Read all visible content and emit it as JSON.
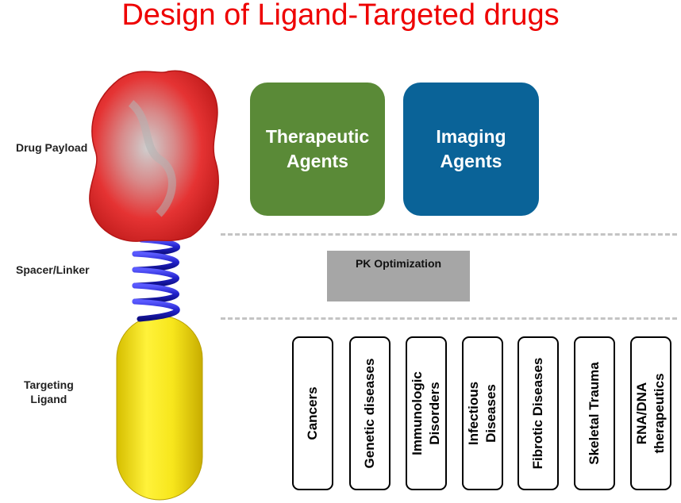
{
  "title": "Design of Ligand-Targeted drugs",
  "side_labels": {
    "payload": "Drug Payload",
    "linker": "Spacer/Linker",
    "ligand": "Targeting\nLigand"
  },
  "agents": {
    "therapeutic": "Therapeutic\nAgents",
    "imaging": "Imaging\nAgents"
  },
  "pk_optimization": "PK Optimization",
  "diseases": [
    "Cancers",
    "Genetic diseases",
    "Immunologic\nDisorders",
    "Infectious\nDiseases",
    "Fibrotic Diseases",
    "Skeletal Trauma",
    "RNA/DNA\ntherapeutics"
  ],
  "colors": {
    "title": "#ee0000",
    "therapeutic_box": "#5a8a37",
    "imaging_box": "#0a6398",
    "pk_box": "#a6a6a6",
    "payload": "#e53333",
    "linker": "#2222cc",
    "ligand": "#f0e01a"
  }
}
